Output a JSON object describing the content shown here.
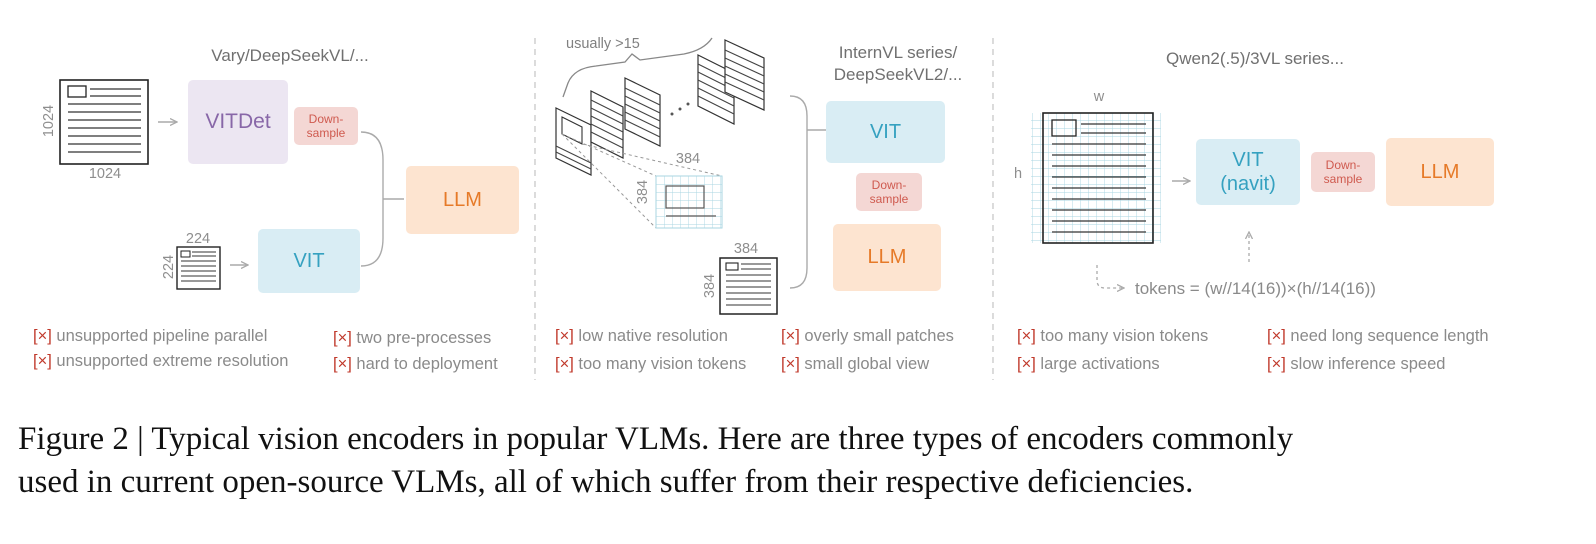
{
  "panels": {
    "left": {
      "title": "Vary/DeepSeekVL/...",
      "doc_large": {
        "height": "1024",
        "width": "1024"
      },
      "doc_small": {
        "height": "224",
        "width": "224"
      },
      "encoder_high": "VITDet",
      "downsample": "Down-\nsample",
      "encoder_low": "VIT",
      "llm": "LLM",
      "problems": [
        {
          "mark": "[×]",
          "text": "unsupported pipeline  parallel"
        },
        {
          "mark": "[×]",
          "text": "unsupported extreme resolution"
        },
        {
          "mark": "[×]",
          "text": "two pre-processes"
        },
        {
          "mark": "[×]",
          "text": "hard to deployment"
        }
      ]
    },
    "middle": {
      "title": "InternVL series/\nDeepSeekVL2/...",
      "tiles_note": "usually >15",
      "patch_size": {
        "height": "384",
        "width": "384"
      },
      "global_size": {
        "height": "384",
        "width": "384"
      },
      "encoder": "VIT",
      "downsample": "Down-\nsample",
      "llm": "LLM",
      "problems": [
        {
          "mark": "[×]",
          "text": "low native resolution"
        },
        {
          "mark": "[×]",
          "text": "too many vision tokens"
        },
        {
          "mark": "[×]",
          "text": "overly small patches"
        },
        {
          "mark": "[×]",
          "text": "small global view"
        }
      ]
    },
    "right": {
      "title": "Qwen2(.5)/3VL series...",
      "width_label": "w",
      "height_label": "h",
      "encoder": "VIT\n(navit)",
      "downsample": "Down-\nsample",
      "llm": "LLM",
      "tokens_formula": "tokens = (w//14(16))×(h//14(16))",
      "problems": [
        {
          "mark": "[×]",
          "text": "too many vision tokens"
        },
        {
          "mark": "[×]",
          "text": "large activations"
        },
        {
          "mark": "[×]",
          "text": "need long sequence length"
        },
        {
          "mark": "[×]",
          "text": "slow inference speed"
        }
      ]
    }
  },
  "caption": {
    "line1": "Figure 2 | Typical vision encoders in popular VLMs. Here are three types of encoders commonly",
    "line2": "used in current open-source VLMs, all of which suffer from their respective deficiencies."
  }
}
